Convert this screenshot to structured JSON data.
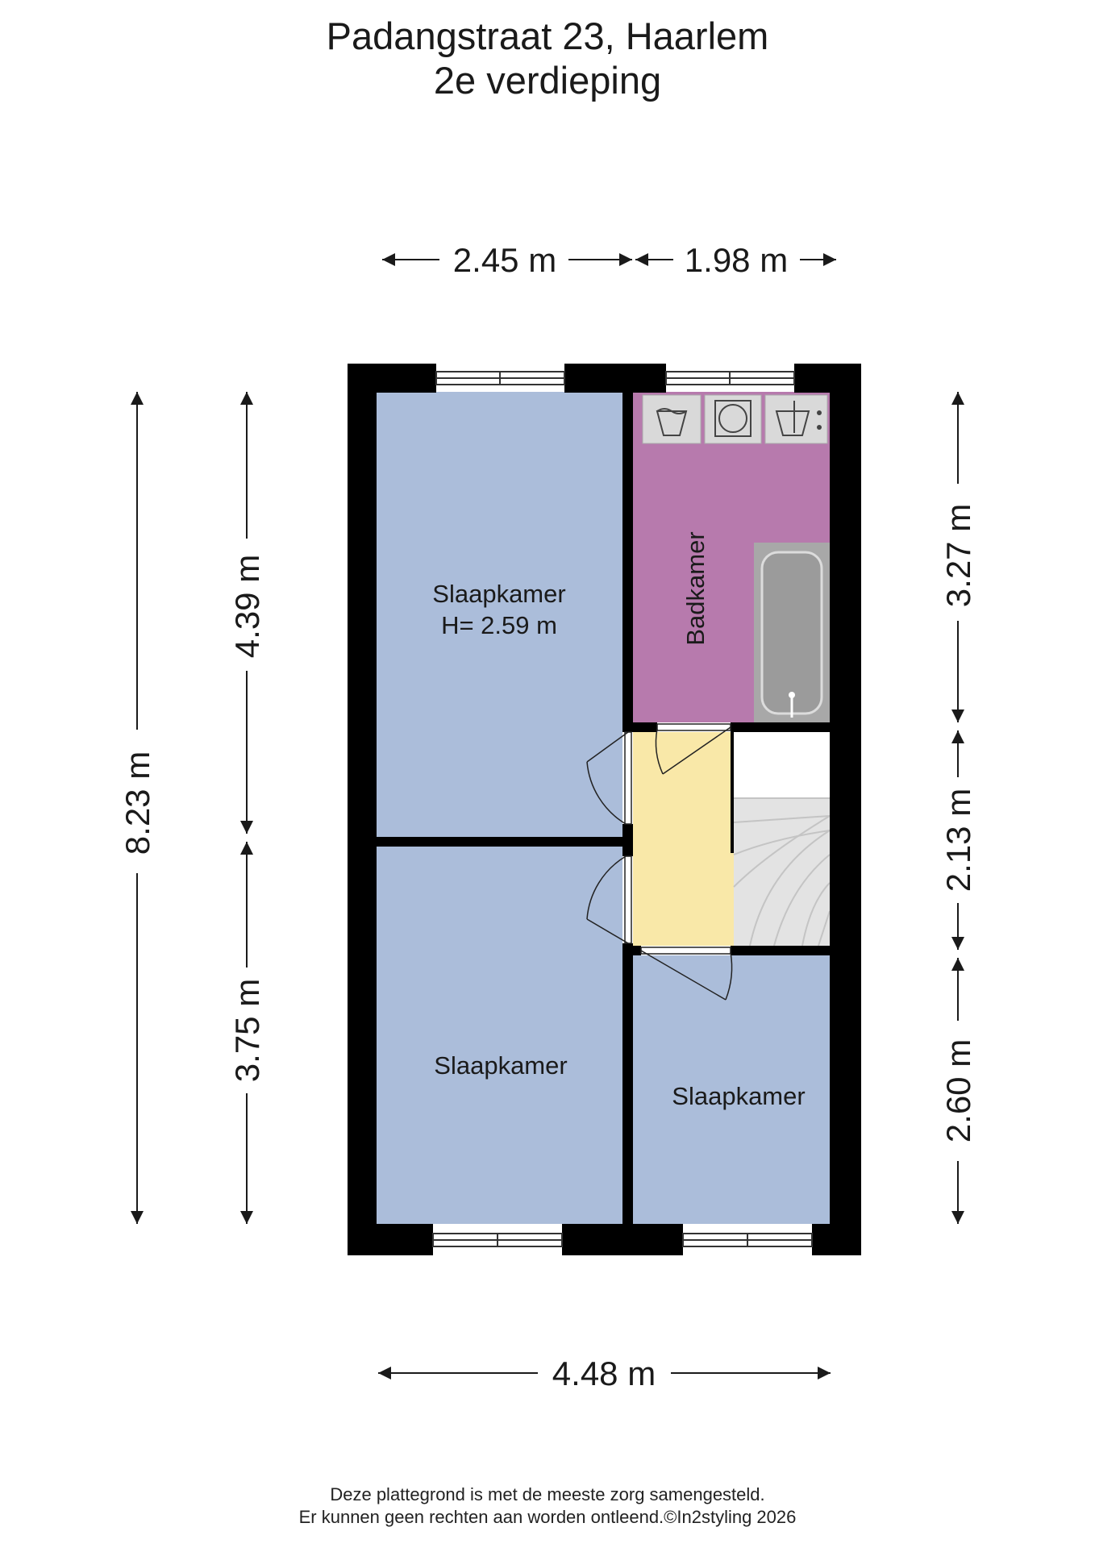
{
  "header": {
    "title": "Padangstraat 23, Haarlem",
    "subtitle": "2e verdieping"
  },
  "dimensions": {
    "top_left": "2.45 m",
    "top_right": "1.98 m",
    "bottom": "4.48 m",
    "left_total": "8.23 m",
    "left_upper": "4.39 m",
    "left_lower": "3.75 m",
    "right_top": "3.27 m",
    "right_middle": "2.13 m",
    "right_bottom": "2.60 m"
  },
  "rooms": {
    "bedroom_main": "Slaapkamer",
    "bedroom_main_height": "H= 2.59 m",
    "bathroom": "Badkamer",
    "bedroom_lower_left": "Slaapkamer",
    "bedroom_lower_right": "Slaapkamer"
  },
  "colors": {
    "bedroom": "#abbdda",
    "bathroom": "#b77aad",
    "landing": "#f9e8a8",
    "stairs": "#e3e3e3",
    "wall": "#000000",
    "fixture": "#d9d9d9"
  },
  "footer": {
    "line1": "Deze plattegrond is met de meeste zorg samengesteld.",
    "line2": "Er kunnen geen rechten aan worden ontleend.©In2styling 2026"
  }
}
